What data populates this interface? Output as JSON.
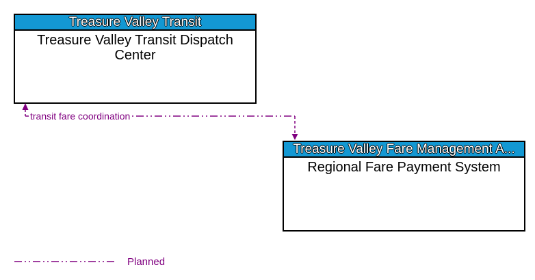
{
  "boxes": [
    {
      "header": "Treasure Valley Transit",
      "body": "Treasure Valley Transit Dispatch Center"
    },
    {
      "header": "Treasure Valley Fare Management A...",
      "body": "Regional Fare Payment System"
    }
  ],
  "connection": {
    "label": "transit fare coordination",
    "status": "Planned"
  },
  "legend": {
    "label": "Planned"
  },
  "colors": {
    "header_bg": "#1398d3",
    "header_text": "#ffffff",
    "box_border": "#000000",
    "body_text": "#000000",
    "connector": "#800080",
    "canvas_bg": "#ffffff"
  }
}
